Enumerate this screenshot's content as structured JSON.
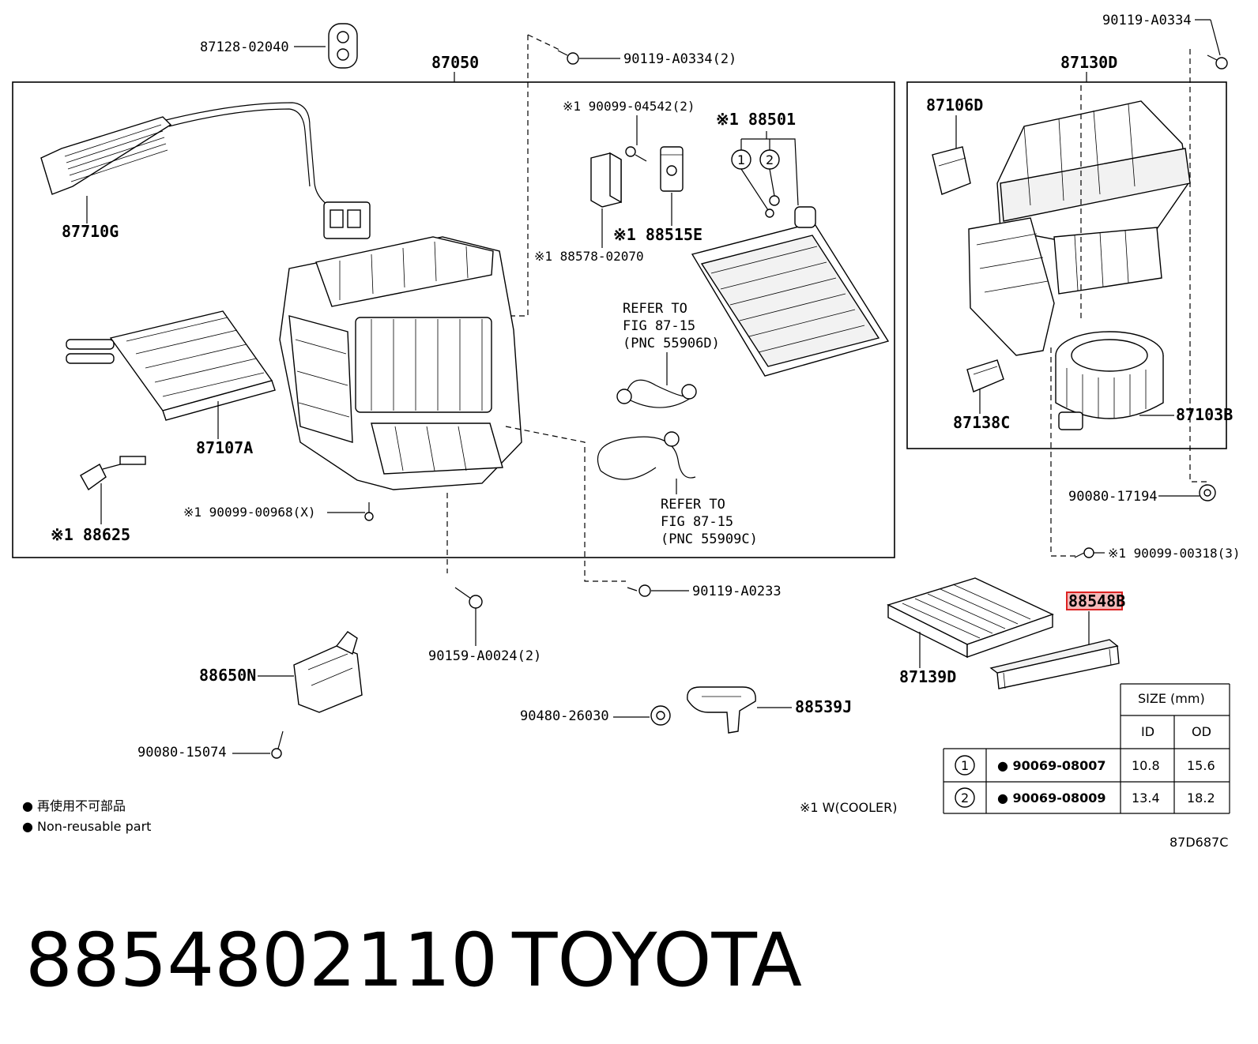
{
  "diagram": {
    "assemblies": [
      {
        "id": "left",
        "label": "87050"
      },
      {
        "id": "right",
        "label": "87130D"
      }
    ],
    "labels": {
      "p8712802040": "87128-02040",
      "p87050": "87050",
      "p90119A0334_2": "90119-A0334(2)",
      "p90119A0334": "90119-A0334",
      "p87130D": "87130D",
      "p90099_04542": "※1 90099-04542(2)",
      "p88501": "※1 88501",
      "p87106D": "87106D",
      "p87710G": "87710G",
      "p88515E": "※1 88515E",
      "p88578": "※1 88578-02070",
      "ref1_l1": "REFER TO",
      "ref1_l2": "FIG 87-15",
      "ref1_l3": "(PNC 55906D)",
      "p87107A": "87107A",
      "p87138C": "87138C",
      "p87103B": "87103B",
      "p88625": "※1 88625",
      "p90099_00968": "※1 90099-00968(X)",
      "ref2_l1": "REFER TO",
      "ref2_l2": "FIG 87-15",
      "ref2_l3": "(PNC 55909C)",
      "p90080_17194": "90080-17194",
      "p90099_00318": "※1 90099-00318(3)",
      "p90119A0233": "90119-A0233",
      "p88548B": "88548B",
      "p90159": "90159-A0024(2)",
      "p88650N": "88650N",
      "p87139D": "87139D",
      "p88539J": "88539J",
      "p90480": "90480-26030",
      "p90080_15074": "90080-15074"
    },
    "callouts": [
      "1",
      "2"
    ],
    "legend": {
      "line1": "● 再使用不可部品",
      "line2": "● Non-reusable part"
    },
    "note": "※1 W(COOLER)",
    "figure_code": "87D687C",
    "highlighted_part": "88548B"
  },
  "size_table": {
    "title": "SIZE (mm)",
    "columns": [
      "ID",
      "OD"
    ],
    "rows": [
      {
        "ref": "1",
        "part": "● 90069-08007",
        "id": "10.8",
        "od": "15.6"
      },
      {
        "ref": "2",
        "part": "● 90069-08009",
        "id": "13.4",
        "od": "18.2"
      }
    ]
  },
  "caption": {
    "part_number": "8854802110",
    "brand": "TOYOTA"
  },
  "colors": {
    "highlight_fill": "#f3b9b9",
    "highlight_stroke": "#dd2222"
  }
}
